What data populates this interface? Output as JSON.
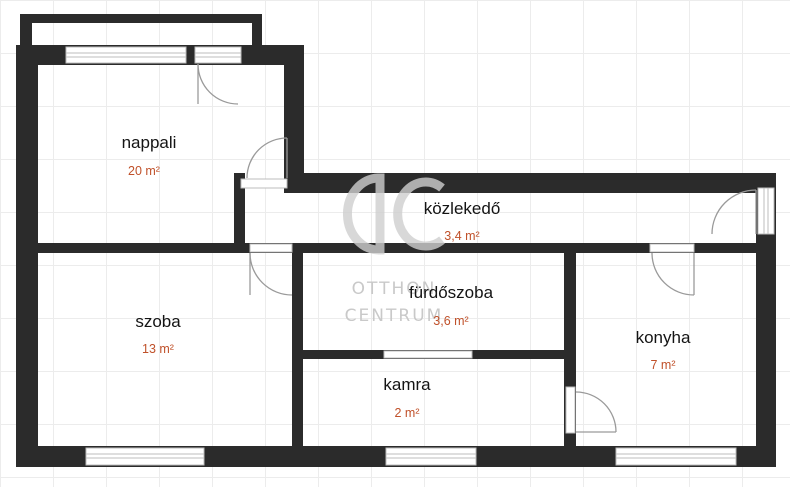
{
  "colors": {
    "wall": "#2b2b2b",
    "area_text": "#c0512a",
    "name_text": "#141414",
    "window": "#cfcfcf",
    "door": "#9a9a9a",
    "watermark": "#c9c9c9"
  },
  "watermark": {
    "logo": "OC",
    "line1": "OTTHON",
    "line2": "CENTRUM"
  },
  "rooms": [
    {
      "id": "nappali",
      "name": "nappali",
      "area": "20 m²"
    },
    {
      "id": "kozlekedo",
      "name": "közlekedő",
      "area": "3,4 m²"
    },
    {
      "id": "furdoszoba",
      "name": "fürdőszoba",
      "area": "3,6 m²"
    },
    {
      "id": "szoba",
      "name": "szoba",
      "area": "13 m²"
    },
    {
      "id": "konyha",
      "name": "konyha",
      "area": "7 m²"
    },
    {
      "id": "kamra",
      "name": "kamra",
      "area": "2 m²"
    }
  ]
}
